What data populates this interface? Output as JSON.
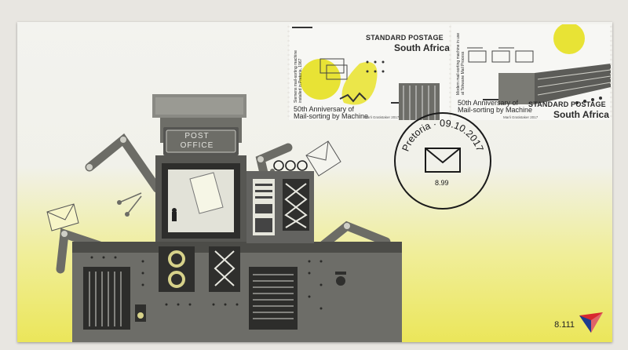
{
  "cover": {
    "code": "8.111"
  },
  "stamp1": {
    "title": "STANDARD POSTAGE",
    "country": "South Africa",
    "anniversary_line1": "50th Anniversary of",
    "anniversary_line2": "Mail-sorting by Machine",
    "artist": "Marli Gratistaker  2017",
    "side_text": "Siemens mail-sorting machine installed in Pretoria, 1967"
  },
  "stamp2": {
    "title": "STANDARD POSTAGE",
    "country": "South Africa",
    "anniversary_line1": "50th Anniversary of",
    "anniversary_line2": "Mail-sorting by Machine",
    "artist": "Marli Gratistaker  2017",
    "side_text": "Modern mail-sorting machine in use at Tshwane Mail Process"
  },
  "postmark": {
    "place_date": "Pretoria · 09.10.2017",
    "value": "8.99"
  },
  "machine": {
    "sign_line1": "POST",
    "sign_line2": "OFFICE"
  },
  "colors": {
    "accent_yellow": "#e8e335",
    "machine_dark": "#3c3c3a",
    "machine_mid": "#75756f",
    "logo_red": "#d8282f",
    "logo_blue": "#1d3d8f"
  }
}
